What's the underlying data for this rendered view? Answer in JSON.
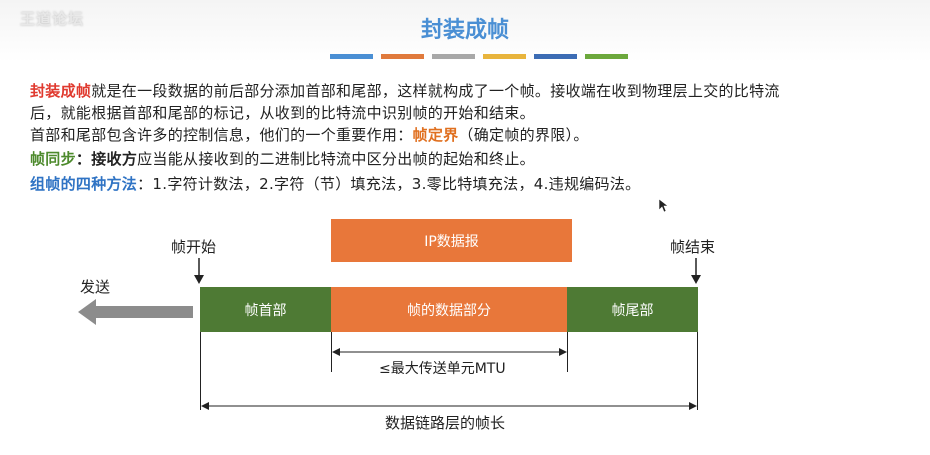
{
  "watermark": "王道论坛",
  "title": "封装成帧",
  "stripes": [
    "#4a8fd4",
    "#e07a3c",
    "#a8a8a8",
    "#e8b43c",
    "#3c6cb4",
    "#6ca83c"
  ],
  "para1": {
    "term": "封装成帧",
    "line1_rest": "就是在一段数据的前后部分添加首部和尾部，这样就构成了一个帧。接收端在收到物理层上交的比特流",
    "line2": "后，就能根据首部和尾部的标记，从收到的比特流中识别帧的开始和结束。"
  },
  "para2": {
    "text": "首部和尾部包含许多的控制信息，他们的一个重要作用：",
    "term": "帧定界",
    "note": "（确定帧的界限）。"
  },
  "para3": {
    "term": "帧同步",
    "colon": "：",
    "subject": "接收方",
    "rest": "应当能从接收到的二进制比特流中区分出帧的起始和终止。"
  },
  "para4": {
    "term": "组帧的四种方法",
    "rest": "：1.字符计数法，2.字符（节）填充法，3.零比特填充法，4.违规编码法。"
  },
  "diagram": {
    "frame_start": "帧开始",
    "frame_end": "帧结束",
    "send": "发送",
    "ip_packet": "IP数据报",
    "header": "帧首部",
    "data_part": "帧的数据部分",
    "trailer": "帧尾部",
    "mtu": "≤最大传送单元MTU",
    "frame_length": "数据链路层的帧长",
    "colors": {
      "green": "#4e7a34",
      "orange": "#e8773a"
    }
  }
}
